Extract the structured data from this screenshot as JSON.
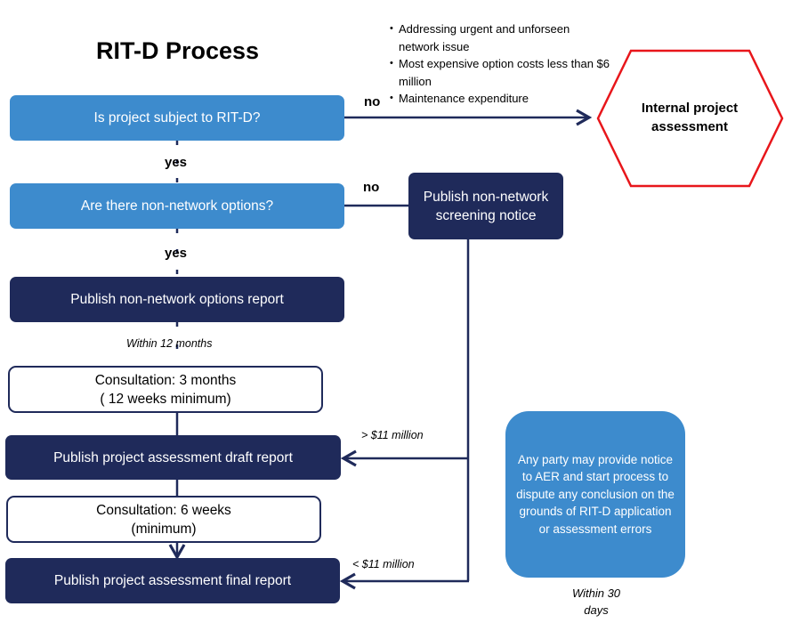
{
  "title": "RIT-D Process",
  "colors": {
    "light_blue": "#3d8bcd",
    "dark_navy": "#1f2a5a",
    "hexagon_border": "#e8161b",
    "connector": "#1f2a5a"
  },
  "nodes": {
    "subject_question": "Is project subject to RIT-D?",
    "non_network_question": "Are there non-network options?",
    "publish_options_report": "Publish non-network options report",
    "consultation_3_months_line1": "Consultation: 3 months",
    "consultation_3_months_line2": "( 12 weeks minimum)",
    "publish_draft_report": "Publish project assessment draft report",
    "consultation_6_weeks_line1": "Consultation: 6 weeks",
    "consultation_6_weeks_line2": "(minimum)",
    "publish_final_report": "Publish project assessment final report",
    "screening_notice": "Publish non-network screening notice",
    "internal_assessment": "Internal project assessment",
    "dispute": "Any party may provide notice to AER and start process to dispute any conclusion on the grounds of RIT-D application or assessment errors"
  },
  "exemptions": [
    "Addressing urgent and unforseen network issue",
    "Most expensive option costs less than $6 million",
    "Maintenance expenditure"
  ],
  "labels": {
    "no_1": "no",
    "yes_1": "yes",
    "no_2": "no",
    "yes_2": "yes",
    "within_12_months": "Within 12 months",
    "over_11m": "> $11 million",
    "under_11m": "< $11 million",
    "within_30_days": "Within 30 days"
  }
}
